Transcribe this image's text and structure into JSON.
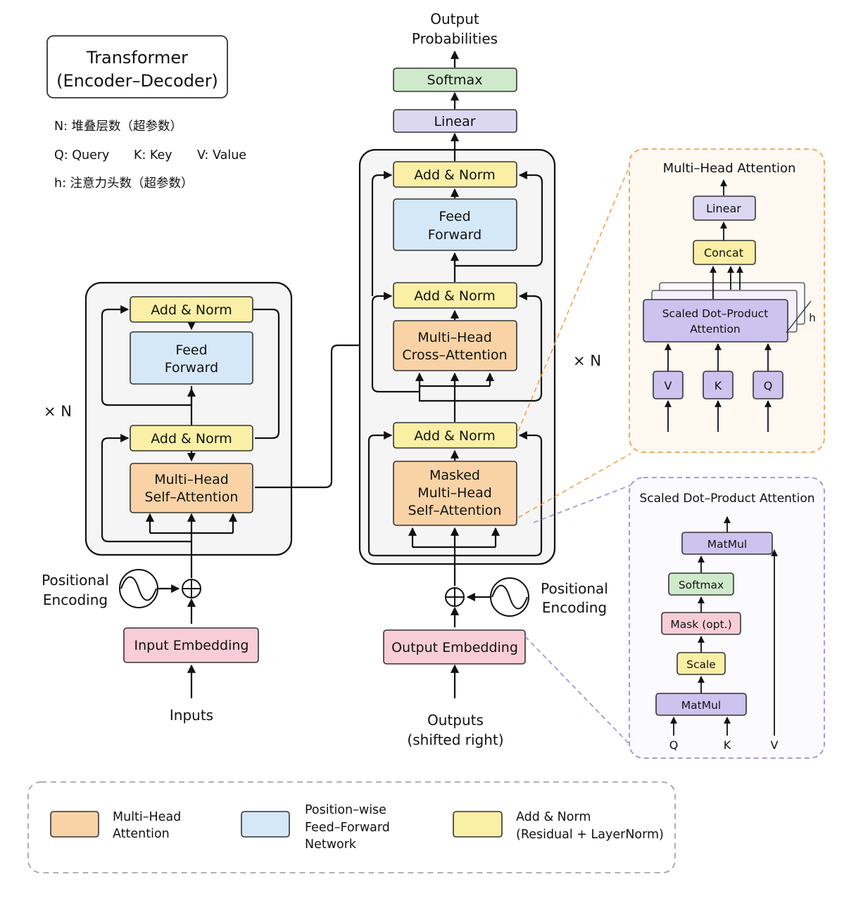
{
  "title_box": {
    "line1": "Transformer",
    "line2": "(Encoder–Decoder)"
  },
  "notes": {
    "n": "N:  堆叠层数（超参数）",
    "q": "Q: Query",
    "k": "K: Key",
    "v": "V: Value",
    "h": "h:  注意力头数（超参数）"
  },
  "encoder": {
    "repeat": "× N",
    "add_norm_top": "Add & Norm",
    "ff_line1": "Feed",
    "ff_line2": "Forward",
    "add_norm_bottom": "Add & Norm",
    "mha_line1": "Multi–Head",
    "mha_line2": "Self–Attention",
    "pos_line1": "Positional",
    "pos_line2": "Encoding",
    "embedding": "Input Embedding",
    "input": "Inputs"
  },
  "decoder": {
    "repeat": "× N",
    "output_line1": "Output",
    "output_line2": "Probabilities",
    "softmax": "Softmax",
    "linear": "Linear",
    "add_norm_top": "Add & Norm",
    "ff_line1": "Feed",
    "ff_line2": "Forward",
    "add_norm_mid": "Add & Norm",
    "cross_line1": "Multi–Head",
    "cross_line2": "Cross–Attention",
    "add_norm_bottom": "Add & Norm",
    "masked_line1": "Masked",
    "masked_line2": "Multi–Head",
    "masked_line3": "Self–Attention",
    "pos_line1": "Positional",
    "pos_line2": "Encoding",
    "embedding": "Output Embedding",
    "input_line1": "Outputs",
    "input_line2": "(shifted right)"
  },
  "mha_panel": {
    "title": "Multi–Head Attention",
    "linear": "Linear",
    "concat": "Concat",
    "sdpa_line1": "Scaled Dot–Product",
    "sdpa_line2": "Attention",
    "h": "h",
    "v": "V",
    "k": "K",
    "q": "Q"
  },
  "sdpa_panel": {
    "title": "Scaled Dot–Product Attention",
    "matmul_top": "MatMul",
    "softmax": "Softmax",
    "mask": "Mask (opt.)",
    "scale": "Scale",
    "matmul_bottom": "MatMul",
    "q": "Q",
    "k": "K",
    "v": "V"
  },
  "legend": {
    "mha_line1": "Multi–Head",
    "mha_line2": "Attention",
    "ff_line1": "Position–wise",
    "ff_line2": "Feed–Forward",
    "ff_line3": "Network",
    "an_line1": "Add & Norm",
    "an_line2": "(Residual + LayerNorm)"
  },
  "colors": {
    "attention": "#f9d3a6",
    "feed_forward": "#d5e8f8",
    "add_norm": "#fbefa6",
    "softmax": "#cfeacb",
    "linear": "#dcd8f2",
    "embedding": "#f8cdd7",
    "mha_panel_border": "#f0a24a",
    "sdpa_panel_border": "#9a8fd0"
  }
}
